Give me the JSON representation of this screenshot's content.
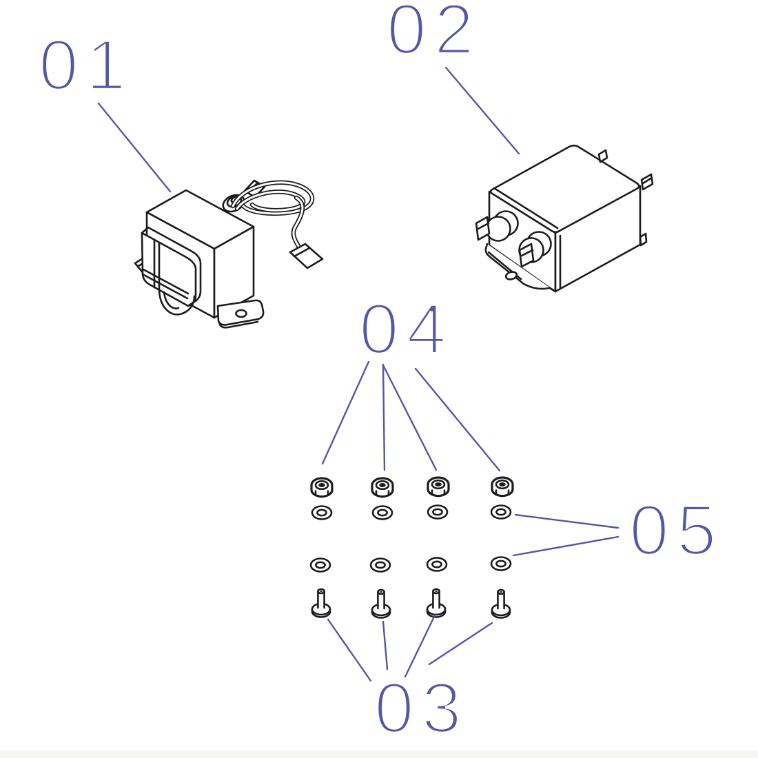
{
  "diagram": {
    "kind": "exploded-parts-diagram",
    "background_color": "#ffffff",
    "line_color": "#1c1c1c",
    "callout_color": "#5456a8",
    "footer_bar_color": "#f5f5f2"
  },
  "callouts": [
    {
      "text": "01"
    },
    {
      "text": "02"
    },
    {
      "text": "03"
    },
    {
      "text": "04"
    },
    {
      "text": "05"
    }
  ],
  "fastener_counts": {
    "lock_nuts": 4,
    "washers": 8,
    "screws": 4
  }
}
